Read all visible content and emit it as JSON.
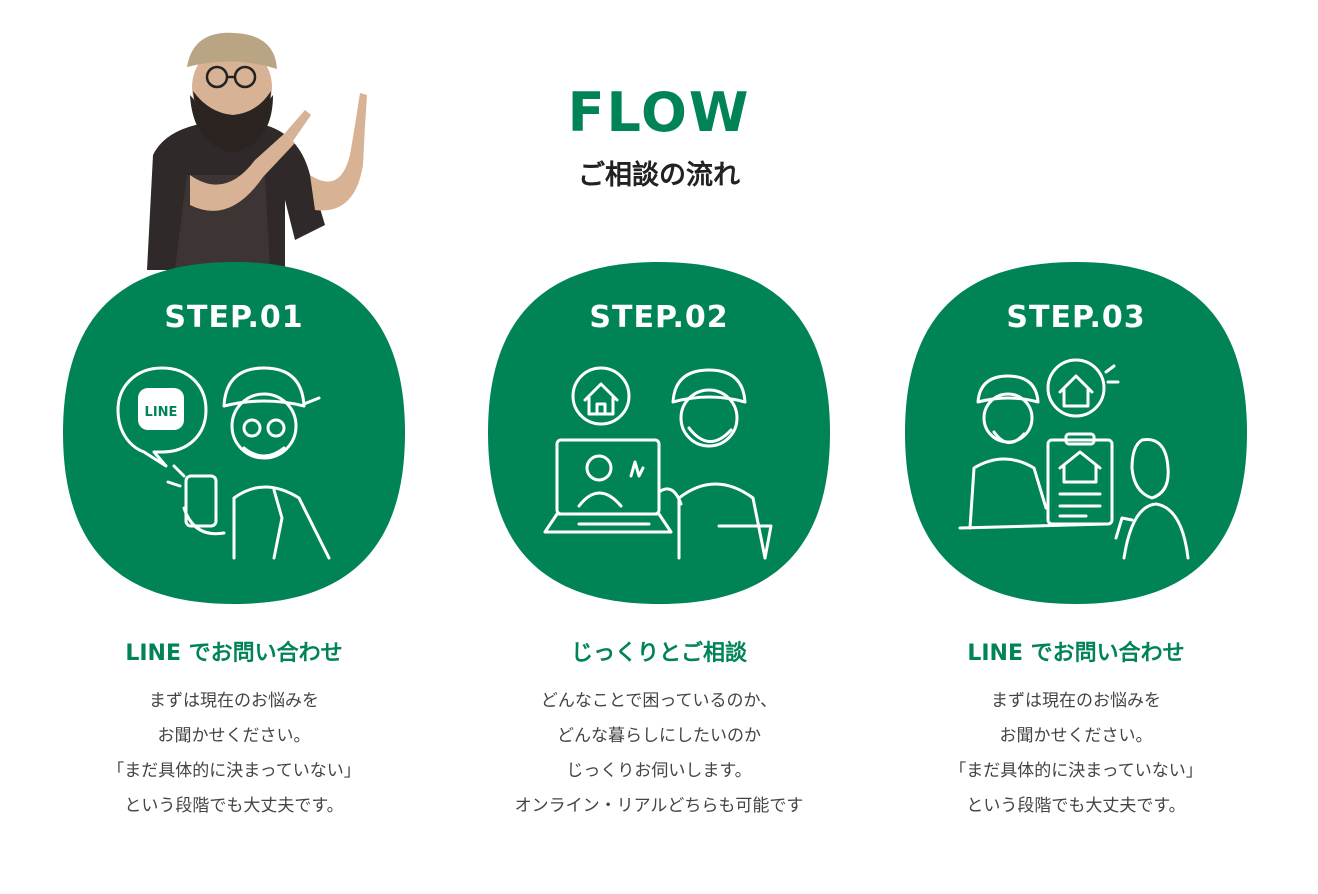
{
  "header": {
    "title": "FLOW",
    "subtitle": "ご相談の流れ"
  },
  "colors": {
    "brand_green": "#008456",
    "text": "#444444"
  },
  "steps": [
    {
      "label": "STEP.01",
      "icon": "line-chat-phone-icon",
      "heading": "LINE でお問い合わせ",
      "lines": [
        "まずは現在のお悩みを",
        "お聞かせください。",
        "「まだ具体的に決まっていない」",
        "という段階でも大丈夫です。"
      ]
    },
    {
      "label": "STEP.02",
      "icon": "video-call-laptop-icon",
      "heading": "じっくりとご相談",
      "lines": [
        "どんなことで困っているのか、",
        "どんな暮らしにしたいのか",
        "じっくりお伺いします。",
        "オンライン・リアルどちらも可能です"
      ]
    },
    {
      "label": "STEP.03",
      "icon": "house-plan-consultation-icon",
      "heading": "LINE でお問い合わせ",
      "lines": [
        "まずは現在のお悩みを",
        "お聞かせください。",
        "「まだ具体的に決まっていない」",
        "という段階でも大丈夫です。"
      ]
    }
  ],
  "badge_text": "LINE"
}
